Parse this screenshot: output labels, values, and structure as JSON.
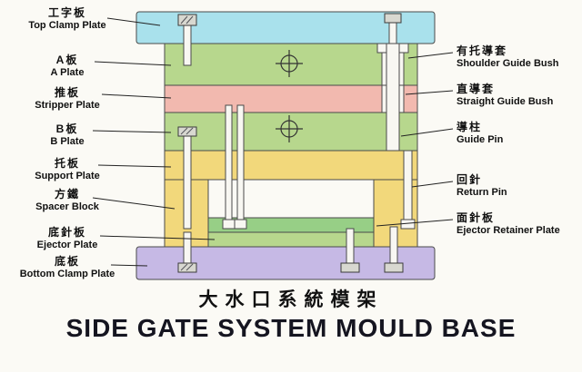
{
  "title": {
    "zh": "大水口系統模架",
    "en": "SIDE GATE SYSTEM MOULD BASE"
  },
  "left_labels": [
    {
      "zh": "工字板",
      "en": "Top Clamp Plate"
    },
    {
      "zh": "A板",
      "en": "A Plate"
    },
    {
      "zh": "推板",
      "en": "Stripper Plate"
    },
    {
      "zh": "B板",
      "en": "B Plate"
    },
    {
      "zh": "托板",
      "en": "Support Plate"
    },
    {
      "zh": "方鐵",
      "en": "Spacer Block"
    },
    {
      "zh": "底針板",
      "en": "Ejector Plate"
    },
    {
      "zh": "底板",
      "en": "Bottom Clamp Plate"
    }
  ],
  "right_labels": [
    {
      "zh": "有托導套",
      "en": "Shoulder Guide Bush"
    },
    {
      "zh": "直導套",
      "en": "Straight Guide Bush"
    },
    {
      "zh": "導柱",
      "en": "Guide Pin"
    },
    {
      "zh": "回針",
      "en": "Return Pin"
    },
    {
      "zh": "面針板",
      "en": "Ejector Retainer Plate"
    }
  ],
  "palette": {
    "top_clamp": "#a9e1ec",
    "plate_green": "#b7d78d",
    "stripper_pink": "#f2b9af",
    "support_yellow": "#f2d87b",
    "retainer_green": "#97cf86",
    "bottom_purple": "#c6b9e5",
    "outline": "#4a4a4a"
  }
}
